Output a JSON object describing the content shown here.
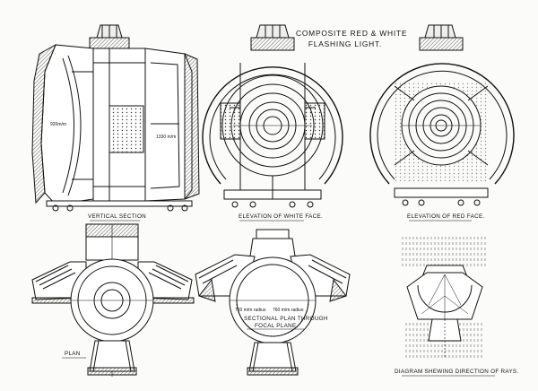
{
  "title": {
    "line1": "COMPOSITE RED & WHITE",
    "line2": "FLASHING LIGHT."
  },
  "views": {
    "vertical_section": "VERTICAL SECTION",
    "white_face": "ELEVATION OF WHITE FACE.",
    "red_face": "ELEVATION OF RED FACE.",
    "plan": "PLAN",
    "sectional_plan_1": "SECTIONAL PLAN THROUGH",
    "sectional_plan_2": "FOCAL PLANE.",
    "diagram": "DIAGRAM SHEWING DIRECTION OF RAYS."
  },
  "dimensions": {
    "left_inner": "920m/m",
    "right_inner": "1330 m/m",
    "focal_left": "760 m/m radius",
    "focal_right": "760 m/m radius"
  },
  "colors": {
    "ink": "#111111",
    "paper": "#fbfbf9"
  }
}
